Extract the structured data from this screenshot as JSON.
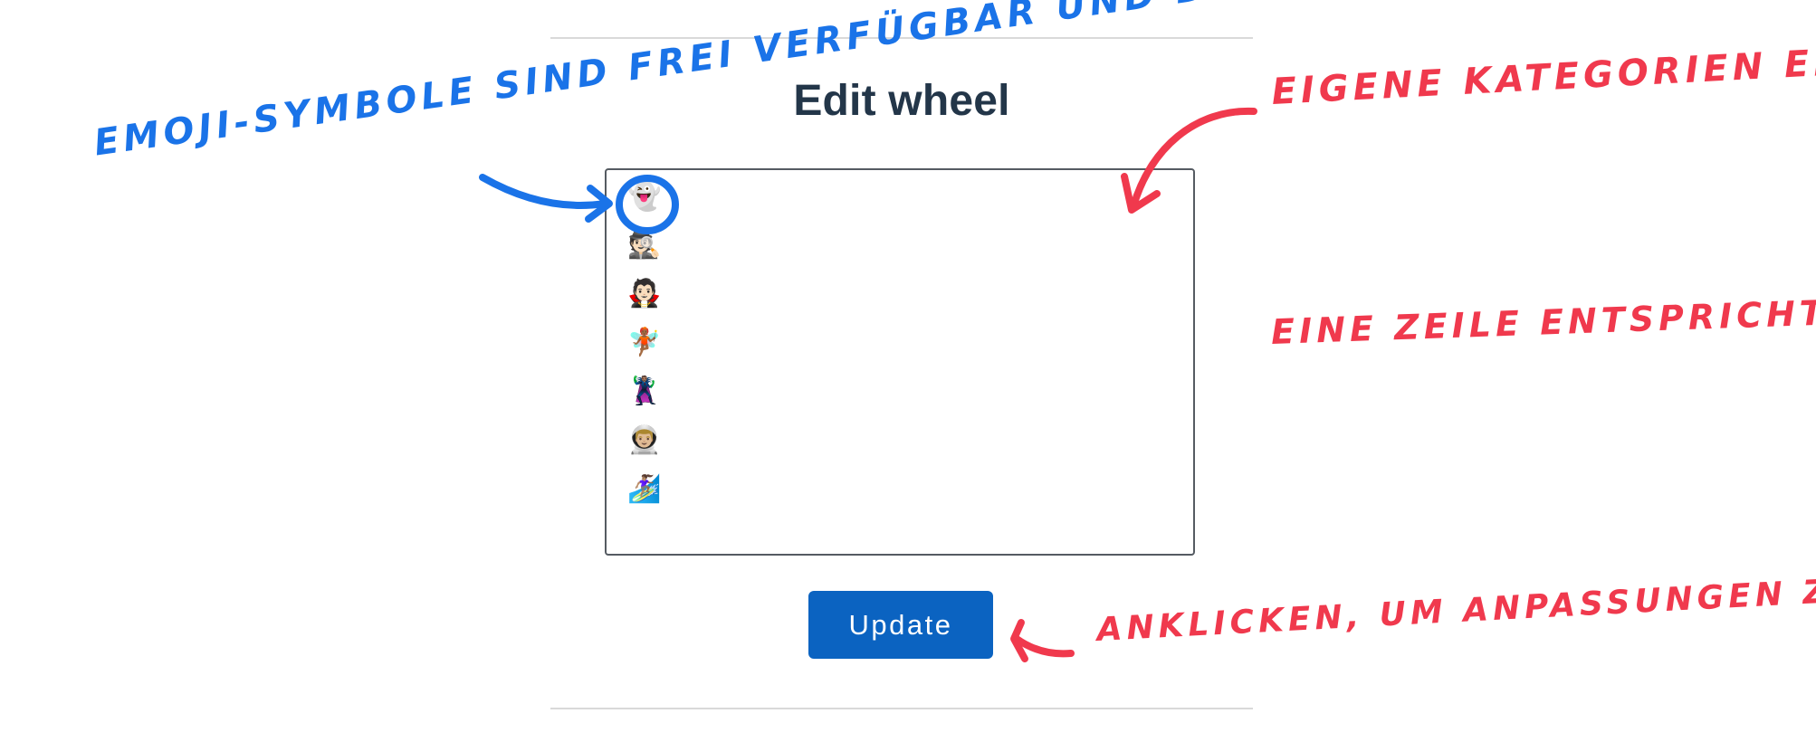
{
  "editor": {
    "title": "Edit wheel",
    "entries": [
      "👻",
      "🕵🏻",
      "🧛🏻",
      "🧚🏾",
      "🦹🏽",
      "👨🏼‍🚀",
      "🏄🏽‍♀️"
    ]
  },
  "update_button": {
    "label": "Update"
  },
  "annotations": {
    "left": "Emoji-Symbole\nsind frei\nverfügbar\nund decken eine\ngroße Bandbreite\nab...",
    "right_top": "Eigene\nKategorien\neinfügen!",
    "right_middle": "Eine Zeile\nentspricht einer\nKategorie auf\ndem Glücksrad.",
    "bottom": "Anklicken, um\nAnpassungen zu übernehmen"
  },
  "colors": {
    "title": "#233649",
    "button": "#0b63c1",
    "annotation_blue": "#1a73e8",
    "annotation_red": "#f0394d"
  }
}
